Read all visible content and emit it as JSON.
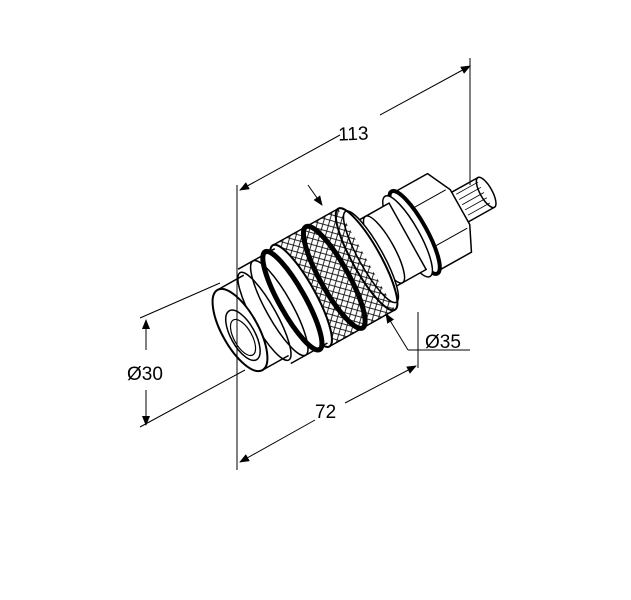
{
  "dimensions": {
    "overall_length": "113",
    "body_length": "72",
    "outer_diameter": "Ø35",
    "cap_diameter": "Ø30"
  },
  "colors": {
    "line": "#000000",
    "background": "#ffffff"
  }
}
